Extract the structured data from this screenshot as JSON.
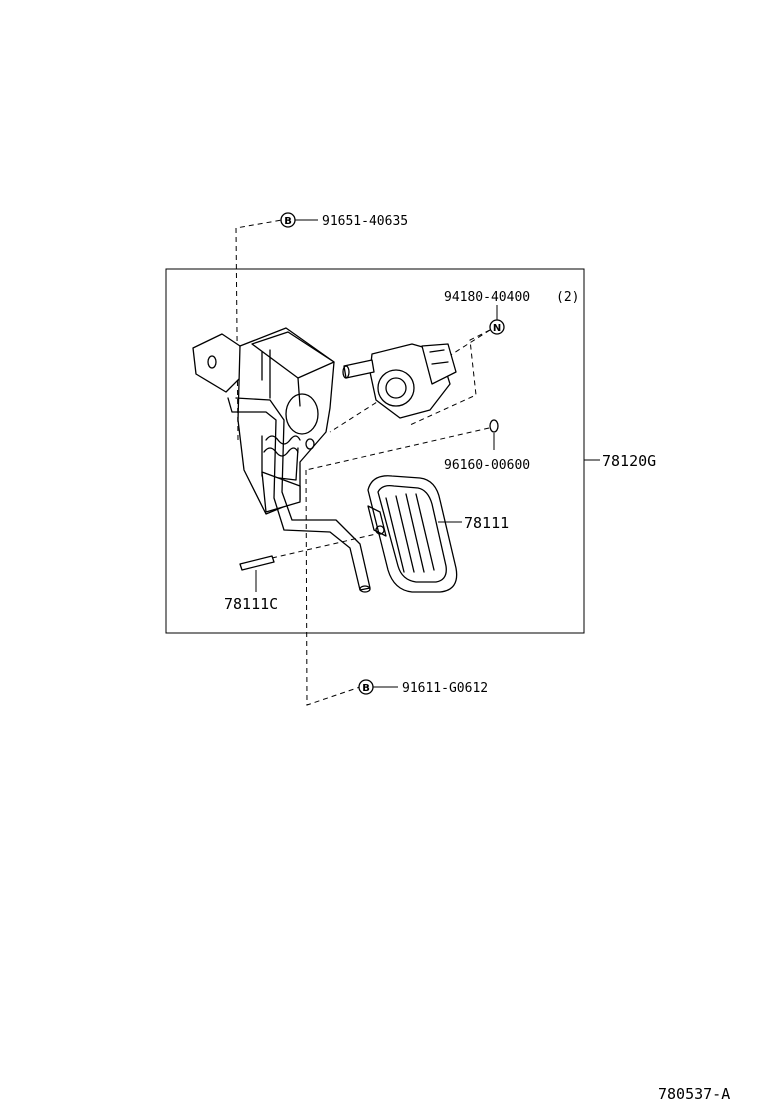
{
  "parts": {
    "bolt_top": {
      "marker": "B",
      "part_no": "91651-40635"
    },
    "nut": {
      "marker": "N",
      "part_no": "94180-40400",
      "qty": "(2)"
    },
    "washer": {
      "part_no": "96160-00600"
    },
    "assembly": {
      "part_no": "78120G"
    },
    "pad": {
      "part_no": "78111"
    },
    "pin": {
      "part_no": "78111C"
    },
    "bolt_bottom": {
      "marker": "B",
      "part_no": "91611-G0612"
    }
  },
  "figure_id": "780537-A"
}
